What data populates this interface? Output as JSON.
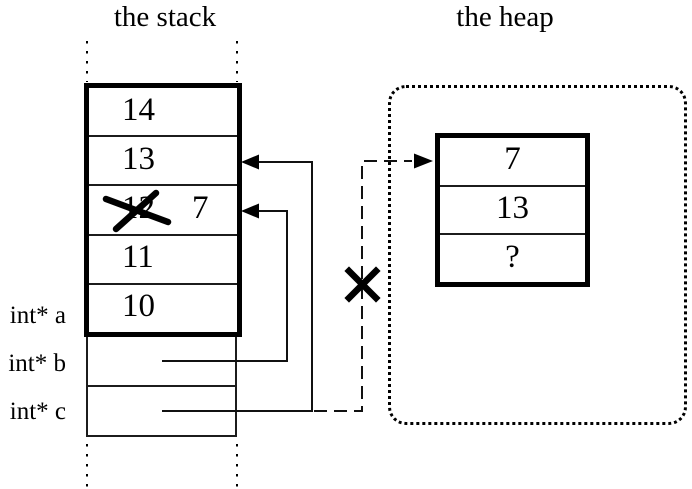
{
  "stack": {
    "title": "the stack",
    "cells": [
      {
        "value": "14"
      },
      {
        "value": "13"
      },
      {
        "value": "12",
        "crossed_out": true,
        "replacement": "7"
      },
      {
        "value": "11"
      },
      {
        "value": "10"
      }
    ],
    "variables": [
      {
        "label": "int* a"
      },
      {
        "label": "int* b"
      },
      {
        "label": "int* c"
      }
    ]
  },
  "heap": {
    "title": "the heap",
    "cells": [
      {
        "value": "7"
      },
      {
        "value": "13"
      },
      {
        "value": "?"
      }
    ]
  },
  "colors": {
    "ink": "#000000",
    "background": "#ffffff"
  }
}
